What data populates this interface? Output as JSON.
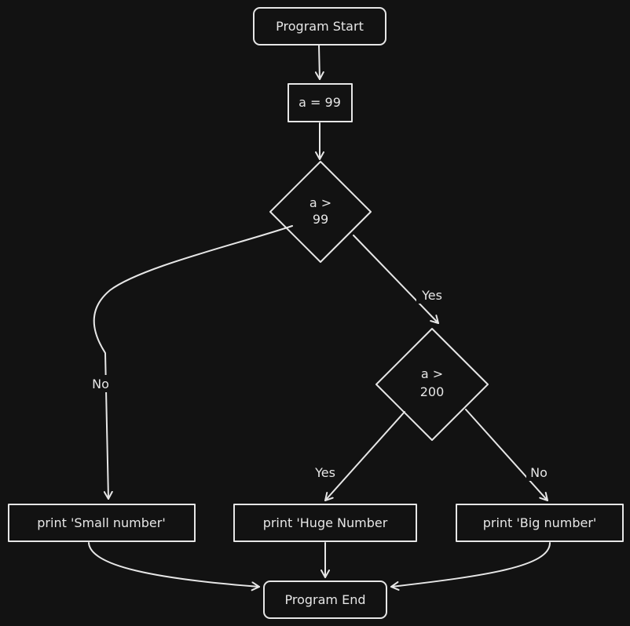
{
  "nodes": {
    "start": "Program Start",
    "assign": "a = 99",
    "cond1": [
      "a >",
      "99"
    ],
    "cond2": [
      "a >",
      "200"
    ],
    "small": "print 'Small number'",
    "huge": "print 'Huge Number",
    "big": "print 'Big number'",
    "end": "Program End"
  },
  "edge_labels": {
    "cond1_no": "No",
    "cond1_yes": "Yes",
    "cond2_yes": "Yes",
    "cond2_no": "No"
  },
  "colors": {
    "background": "#121212",
    "stroke": "#e6e6e6"
  }
}
